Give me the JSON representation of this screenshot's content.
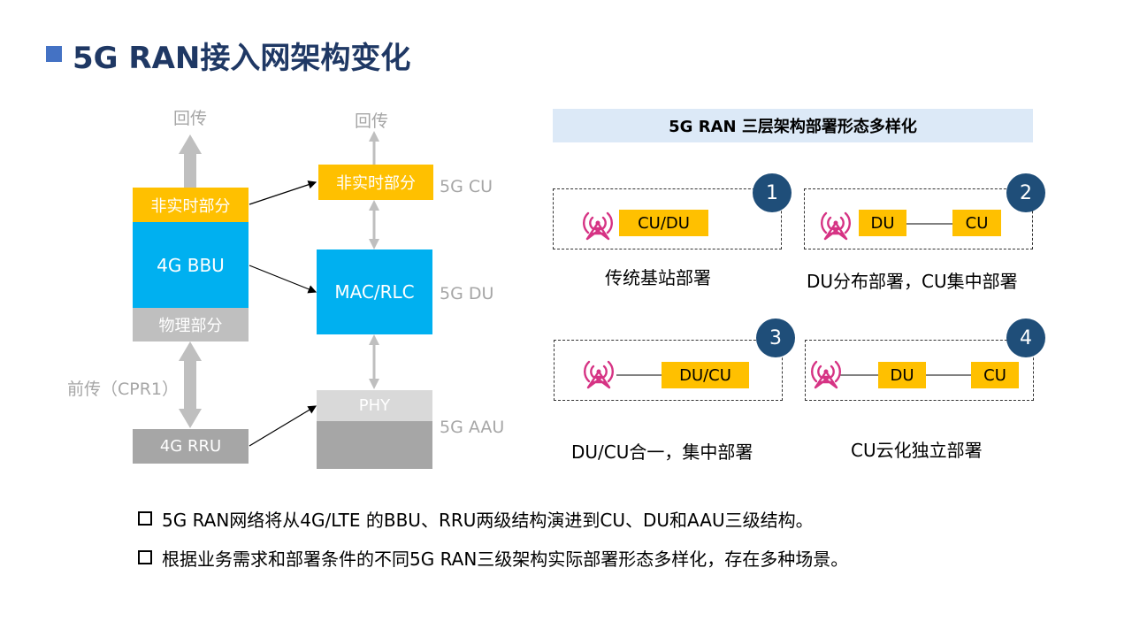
{
  "title": "5G RAN接入网架构变化",
  "left_diagram": {
    "backhaul_left": "回传",
    "backhaul_right": "回传",
    "nrt_left": "非实时部分",
    "bbu": "4G BBU",
    "phys": "物理部分",
    "fronthaul": "前传（CPR1）",
    "rru": "4G RRU",
    "nrt_right": "非实时部分",
    "macrlc": "MAC/RLC",
    "phy": "PHY",
    "cu_label": "5G CU",
    "du_label": "5G DU",
    "aau_label": "5G AAU"
  },
  "right_diagram": {
    "banner": "5G RAN 三层架构部署形态多样化",
    "scenarios": [
      {
        "num": "1",
        "boxes": [
          "CU/DU"
        ],
        "caption": "传统基站部署"
      },
      {
        "num": "2",
        "boxes": [
          "DU",
          "CU"
        ],
        "caption": "DU分布部署，CU集中部署"
      },
      {
        "num": "3",
        "boxes": [
          "DU/CU"
        ],
        "caption": "DU/CU合一，集中部署"
      },
      {
        "num": "4",
        "boxes": [
          "DU",
          "CU"
        ],
        "caption": "CU云化独立部署"
      }
    ]
  },
  "bullets": [
    "5G RAN网络将从4G/LTE 的BBU、RRU两级结构演进到CU、DU和AAU三级结构。",
    "根据业务需求和部署条件的不同5G RAN三级架构实际部署形态多样化，存在多种场景。"
  ],
  "colors": {
    "yellow": "#ffc000",
    "blue": "#00b0f0",
    "navy": "#1f4e79",
    "antenna": "#d63384",
    "title": "#1f3864"
  },
  "icons": [
    "antenna-tower-icon"
  ]
}
